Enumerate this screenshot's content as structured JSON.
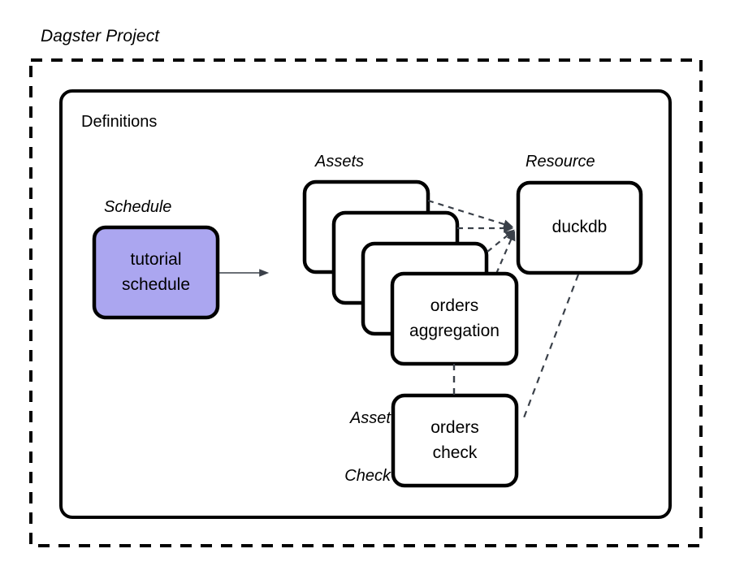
{
  "diagram": {
    "title": "Dagster Project",
    "container": {
      "label": "Definitions"
    },
    "groups": {
      "schedule": "Schedule",
      "assets": "Assets",
      "resource": "Resource",
      "asset_check_line1": "Asset",
      "asset_check_line2": "Check"
    },
    "nodes": {
      "schedule": {
        "line1": "tutorial",
        "line2": "schedule",
        "fill": "#ABA6F0",
        "stroke": "#000000"
      },
      "asset_front": {
        "line1": "orders",
        "line2": "aggregation",
        "fill": "#FFFFFF",
        "stroke": "#000000"
      },
      "resource": {
        "line1": "duckdb",
        "fill": "#FFFFFF",
        "stroke": "#000000"
      },
      "asset_check": {
        "line1": "orders",
        "line2": "check",
        "fill": "#FFFFFF",
        "stroke": "#000000"
      },
      "asset_stack_empty_count": 3
    },
    "edges": {
      "schedule_to_assets": {
        "style": "solid-arrow",
        "color": "#3A4049"
      },
      "assets_to_resource": {
        "style": "dashed-arrow",
        "color": "#3A4049",
        "count": 4
      },
      "asset_to_check": {
        "style": "dashed",
        "color": "#3A4049"
      },
      "resource_to_check": {
        "style": "dashed",
        "color": "#3A4049"
      }
    },
    "colors": {
      "background": "#FFFFFF",
      "outline": "#000000",
      "accent_fill": "#ABA6F0",
      "edge": "#3A4049"
    }
  }
}
